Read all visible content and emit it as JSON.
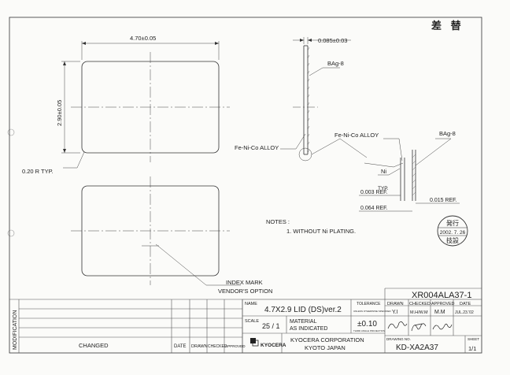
{
  "corner_mark": "差 替",
  "dims": {
    "width": "4.70±0.05",
    "height": "2.90±0.05",
    "thickness": "0.085±0.03",
    "corner_radius": "0.20 R TYP."
  },
  "labels": {
    "bag8_top": "BAg-8",
    "fe_ni_co_left": "Fe-Ni-Co ALLOY",
    "fe_ni_co_right": "Fe-Ni-Co ALLOY",
    "bag8_right": "BAg-8",
    "ni": "Ni",
    "typ": "TYP.",
    "ref_0003": "0.003 REF.",
    "ref_0064": "0.064 REF.",
    "ref_0015": "0.015 REF.",
    "index_mark": "INDEX MARK",
    "vendors_option": "VENDOR'S OPTION"
  },
  "notes": {
    "heading": "NOTES :",
    "item_1": "1. WITHOUT Ni PLATING."
  },
  "stamp": {
    "top": "発行",
    "date": "2002. 7. 26",
    "bottom": "技設"
  },
  "title_block": {
    "doc_id": "XR004ALA37-1",
    "name_label": "NAME",
    "name_value": "4.7X2.9 LID (DS)ver.2",
    "scale_label": "SCALE",
    "scale_value": "25 / 1",
    "material_label": "MATERIAL",
    "material_value": "AS INDICATED",
    "tolerance_label": "TOLERANCE",
    "tolerance_sub": "UNLESS OTHERWISE SPECIFIED",
    "tolerance_value": "±0.10",
    "projection": "THIRD ANGLE PROJECTION",
    "drawn_label": "DRAWN",
    "checked_label": "CHECKED",
    "approved_label": "APPROVED",
    "date_label": "DATE",
    "drawn_value": "Y.I",
    "checked_value": "M.H/W.M",
    "approved_value": "M.M",
    "date_value": "JUL.23.'02",
    "company": "KYOCERA CORPORATION",
    "city": "KYOTO JAPAN",
    "logo_text": "KYOCERA",
    "drawing_no_label": "DRAWING NO.",
    "drawing_no": "KD-XA2A37",
    "sheet_label": "SHEET",
    "sheet_value": "1/1"
  },
  "revision_block": {
    "modification_label": "MODIFICATION",
    "changed_label": "CHANGED",
    "date_label": "DATE",
    "drawn_label": "DRAWN",
    "checked_label": "CHECKED",
    "approved_label": "APPROVED"
  }
}
